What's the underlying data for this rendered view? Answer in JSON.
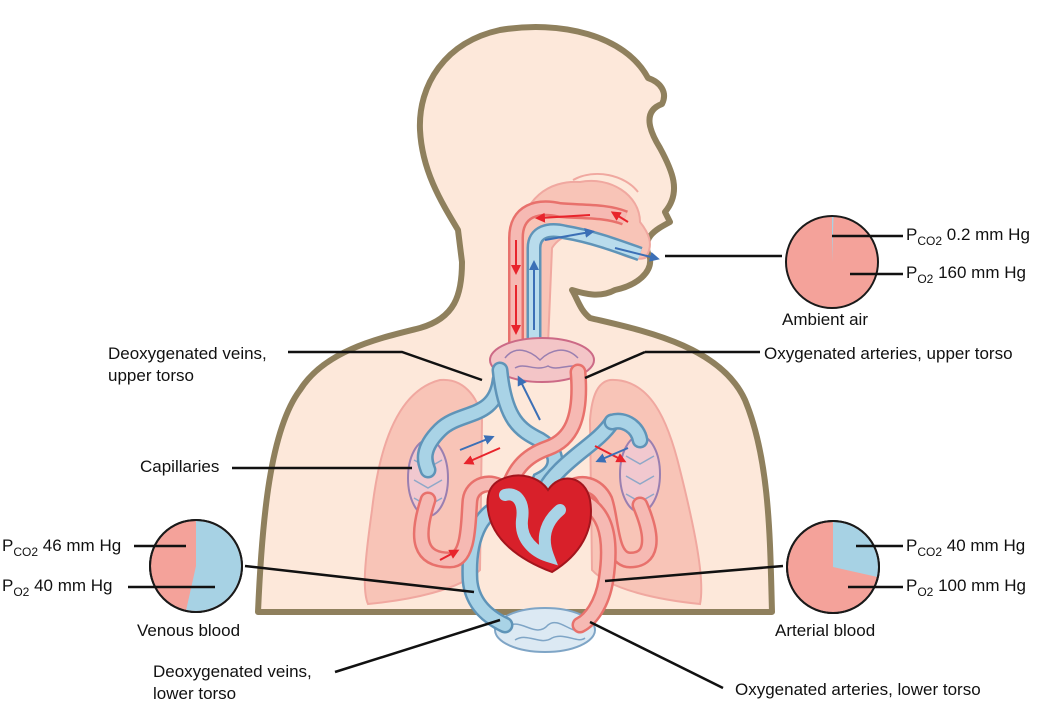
{
  "labels": {
    "deox_veins_upper": [
      "Deoxygenated veins,",
      "upper torso"
    ],
    "oxy_arteries_upper": "Oxygenated arteries, upper torso",
    "capillaries": "Capillaries",
    "deox_veins_lower": [
      "Deoxygenated veins,",
      "lower torso"
    ],
    "oxy_arteries_lower": "Oxygenated arteries, lower torso"
  },
  "pies": {
    "ambient": {
      "caption": "Ambient air",
      "pco2": {
        "p": "P",
        "sub": "CO2",
        "value": "0.2 mm Hg"
      },
      "po2": {
        "p": "P",
        "sub": "O2",
        "value": "160 mm Hg"
      },
      "co2_fraction": 0.002
    },
    "venous": {
      "caption": "Venous blood",
      "pco2": {
        "p": "P",
        "sub": "CO2",
        "value": "46 mm Hg"
      },
      "po2": {
        "p": "P",
        "sub": "O2",
        "value": "40 mm Hg"
      },
      "co2_fraction": 0.535
    },
    "arterial": {
      "caption": "Arterial blood",
      "pco2": {
        "p": "P",
        "sub": "CO2",
        "value": "40 mm Hg"
      },
      "po2": {
        "p": "P",
        "sub": "O2",
        "value": "100 mm Hg"
      },
      "co2_fraction": 0.285
    }
  },
  "colors": {
    "body_fill": "#fde8da",
    "body_outline": "#8f805d",
    "lung_fill": "#f8c4b7",
    "artery": "#f3a7a2",
    "artery_edge": "#e8716c",
    "vein": "#a9d3e6",
    "vein_edge": "#5f94b8",
    "heart": "#d8202a",
    "o2_arrow": "#e8242c",
    "co2_arrow": "#3b6fb6",
    "pie_o2": "#f4a29a",
    "pie_co2": "#a7d2e4"
  }
}
